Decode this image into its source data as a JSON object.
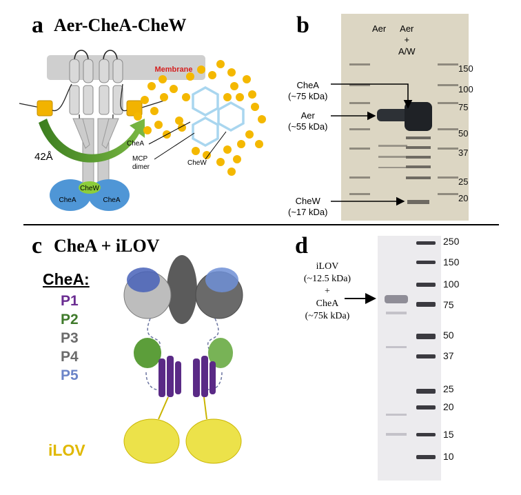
{
  "panel_a": {
    "letter": "a",
    "title": "Aer-CheA-CheW",
    "membrane": "Membrane",
    "distance": "42Å",
    "chea_left": "CheA",
    "chea_right": "CheA",
    "chew_center": "CheW",
    "lattice_chea": "CheA",
    "lattice_mcp": "MCP\ndimer",
    "lattice_chew": "CheW"
  },
  "panel_b": {
    "letter": "b",
    "lane_aer": "Aer",
    "lane_aer_aw": "Aer\n+\nA/W",
    "band_chea": "CheA\n(~75 kDa)",
    "band_aer": "Aer\n(~55 kDa)",
    "band_chew": "CheW\n(~17 kDa)",
    "markers": [
      "150",
      "100",
      "75",
      "50",
      "37",
      "25",
      "20"
    ]
  },
  "panel_c": {
    "letter": "c",
    "title": "CheA + iLOV",
    "header": "CheA:",
    "domains": [
      {
        "label": "P1",
        "color": "#6a2c91"
      },
      {
        "label": "P2",
        "color": "#3f7a2b"
      },
      {
        "label": "P3",
        "color": "#6b6b6b"
      },
      {
        "label": "P4",
        "color": "#6b6b6b"
      },
      {
        "label": "P5",
        "color": "#6b84c8"
      }
    ],
    "ilov": "iLOV",
    "ilov_color": "#e0b800"
  },
  "panel_d": {
    "letter": "d",
    "band_label": "iLOV\n(~12.5 kDa)\n+\nCheA\n(~75k kDa)",
    "markers": [
      "250",
      "150",
      "100",
      "75",
      "50",
      "37",
      "25",
      "20",
      "15",
      "10"
    ]
  }
}
